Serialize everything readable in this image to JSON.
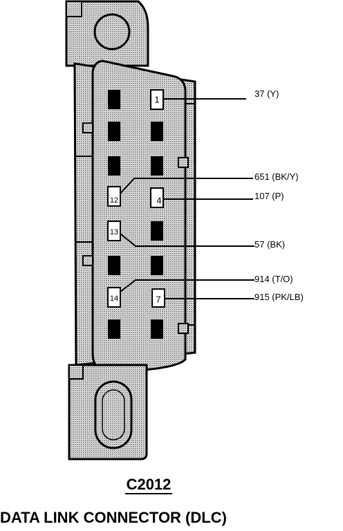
{
  "connector": {
    "id": "C2012",
    "title": "DATA LINK CONNECTOR (DLC)"
  },
  "pins": [
    {
      "number": "1",
      "wire": "37 (Y)"
    },
    {
      "number": "12",
      "wire": "651 (BK/Y)"
    },
    {
      "number": "4",
      "wire": "107 (P)"
    },
    {
      "number": "13",
      "wire": "57 (BK)"
    },
    {
      "number": "14",
      "wire": "914 (T/O)"
    },
    {
      "number": "7",
      "wire": "915 (PK/LB)"
    }
  ],
  "colors": {
    "ink": "#000000",
    "fill_stipple": "#c8c8c8",
    "background": "#ffffff"
  }
}
